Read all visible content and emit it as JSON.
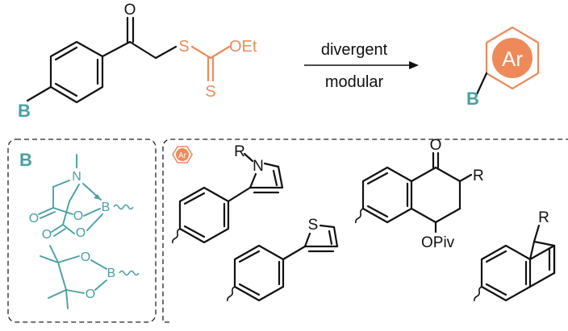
{
  "colors": {
    "ink": "#111111",
    "xanthate": "#ee8a5a",
    "boron": "#4a9fa2",
    "ar_badge": "#ee8a5a"
  },
  "top": {
    "reactant": {
      "ketone_O": "O",
      "S1": "S",
      "OEt": "OEt",
      "S2": "S",
      "boron": "B"
    },
    "arrow": {
      "above": "divergent",
      "below": "modular"
    },
    "product": {
      "ar": "Ar",
      "boron": "B"
    }
  },
  "boron_panel": {
    "heading": "B",
    "mida": {
      "N": "N",
      "B": "B",
      "O_ring1": "O",
      "O_ring2": "O",
      "O_carbonyl1": "O",
      "O_carbonyl2": "O"
    },
    "pin": {
      "O1": "O",
      "O2": "O",
      "B": "B"
    }
  },
  "ar_panel": {
    "badge": "Ar",
    "pyrrole": {
      "R": "R",
      "N": "N"
    },
    "thiophene": {
      "S": "S"
    },
    "tetralone": {
      "O": "O",
      "R": "R",
      "OPiv": "OPiv"
    },
    "naphthalene": {
      "R": "R"
    }
  }
}
